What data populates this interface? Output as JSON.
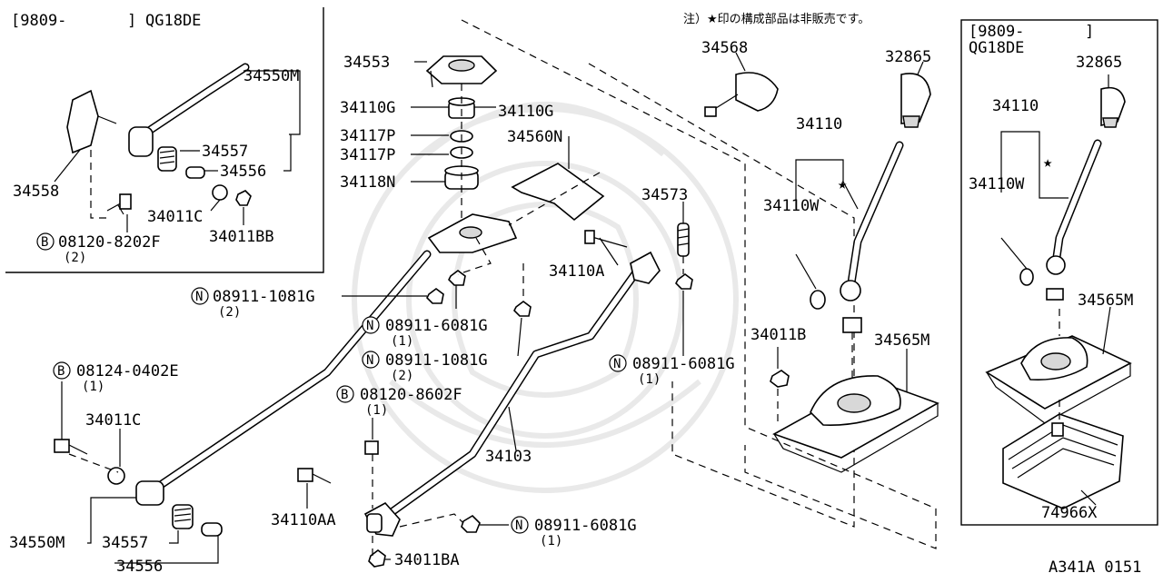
{
  "header_note": "注）★印の構成部品は非販売です。",
  "footer_code": "A341A 0151",
  "inset_left": {
    "title_range": "[9809-",
    "title_bracket": "]",
    "title_engine": "QG18DE",
    "labels": {
      "p34550M": "34550M",
      "p34557": "34557",
      "p34556": "34556",
      "p34558": "34558",
      "p34011C": "34011C",
      "p34011BB": "34011BB",
      "bolt_badge": "B",
      "bolt_num": "08120-8202F",
      "bolt_qty": "(2)"
    }
  },
  "inset_right": {
    "title_range": "[9809-",
    "title_bracket": "]",
    "title_engine": "QG18DE",
    "labels": {
      "p32865": "32865",
      "p34110": "34110",
      "p34110W": "34110W",
      "p34565M": "34565M",
      "p74966X": "74966X"
    }
  },
  "main": {
    "labels": {
      "p34553": "34553",
      "p34110G_a": "34110G",
      "p34110G_b": "34110G",
      "p34117P_a": "34117P",
      "p34117P_b": "34117P",
      "p34118N": "34118N",
      "p34560N": "34560N",
      "p34568": "34568",
      "p32865": "32865",
      "p34110": "34110",
      "p34110W": "34110W",
      "p34573": "34573",
      "p34110A": "34110A",
      "p34011B": "34011B",
      "p34565M": "34565M",
      "p34103": "34103",
      "p34011C": "34011C",
      "p34550M": "34550M",
      "p34557": "34557",
      "p34556": "34556",
      "p34110AA": "34110AA",
      "p34011BA": "34011BA"
    },
    "fasteners": [
      {
        "badge": "N",
        "num": "08911-1081G",
        "qty": "(2)"
      },
      {
        "badge": "N",
        "num": "08911-6081G",
        "qty": "(1)"
      },
      {
        "badge": "N",
        "num": "08911-1081G",
        "qty": "(2)"
      },
      {
        "badge": "N",
        "num": "08911-6081G",
        "qty": "(1)"
      },
      {
        "badge": "B",
        "num": "08120-8602F",
        "qty": "(1)"
      },
      {
        "badge": "B",
        "num": "08124-0402E",
        "qty": "(1)"
      },
      {
        "badge": "N",
        "num": "08911-6081G",
        "qty": "(1)"
      }
    ]
  }
}
